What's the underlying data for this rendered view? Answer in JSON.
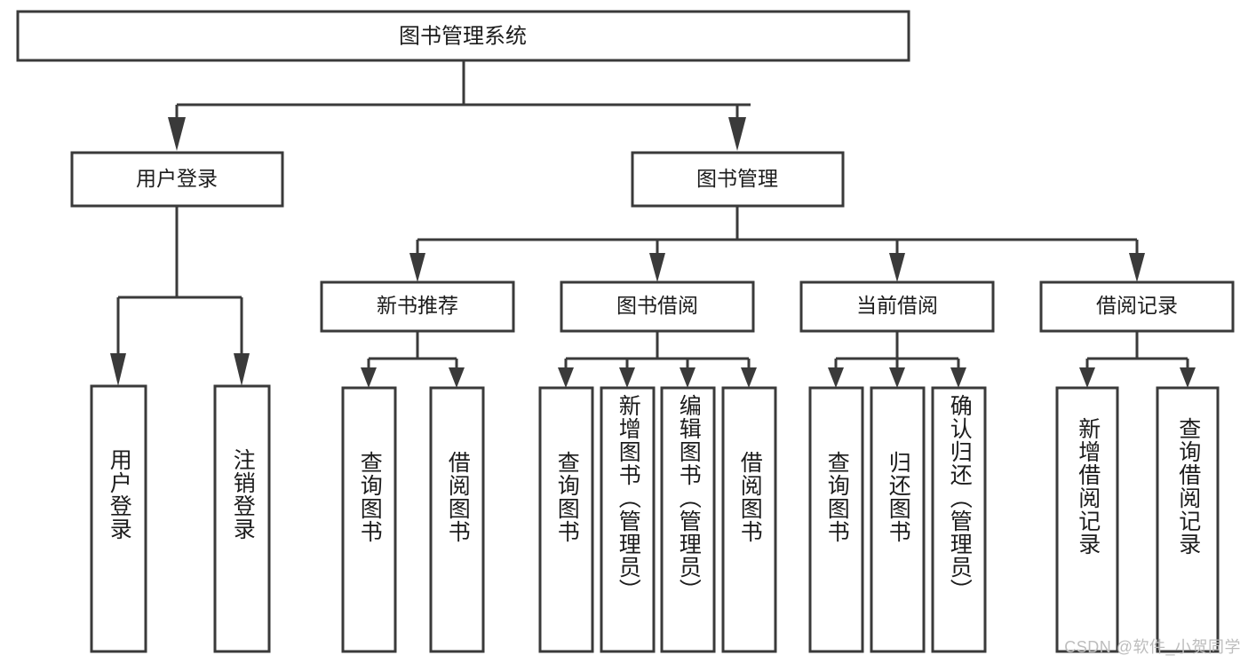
{
  "diagram": {
    "type": "tree-hierarchy",
    "title": "图书管理系统",
    "watermark": "CSDN @软件_小贺同学",
    "colors": {
      "stroke": "#3a3a3a",
      "fill": "#ffffff",
      "text": "#1c1c1c",
      "watermark": "#bdbdbd",
      "background": "#ffffff"
    },
    "root": {
      "label": "图书管理系统"
    },
    "level2": [
      {
        "label": "用户登录"
      },
      {
        "label": "图书管理"
      }
    ],
    "level3": [
      {
        "label": "新书推荐"
      },
      {
        "label": "图书借阅"
      },
      {
        "label": "当前借阅"
      },
      {
        "label": "借阅记录"
      }
    ],
    "leaves": {
      "user_login": [
        {
          "label": "用户登录"
        },
        {
          "label": "注销登录"
        }
      ],
      "new_book_recommend": [
        {
          "label": "查询图书"
        },
        {
          "label": "借阅图书"
        }
      ],
      "book_borrow": [
        {
          "label": "查询图书"
        },
        {
          "label": "新增图书（管理员）"
        },
        {
          "label": "编辑图书（管理员）"
        },
        {
          "label": "借阅图书"
        }
      ],
      "current_borrow": [
        {
          "label": "查询图书"
        },
        {
          "label": "归还图书"
        },
        {
          "label": "确认归还（管理员）"
        }
      ],
      "borrow_record": [
        {
          "label": "新增借阅记录"
        },
        {
          "label": "查询借阅记录"
        }
      ]
    }
  }
}
